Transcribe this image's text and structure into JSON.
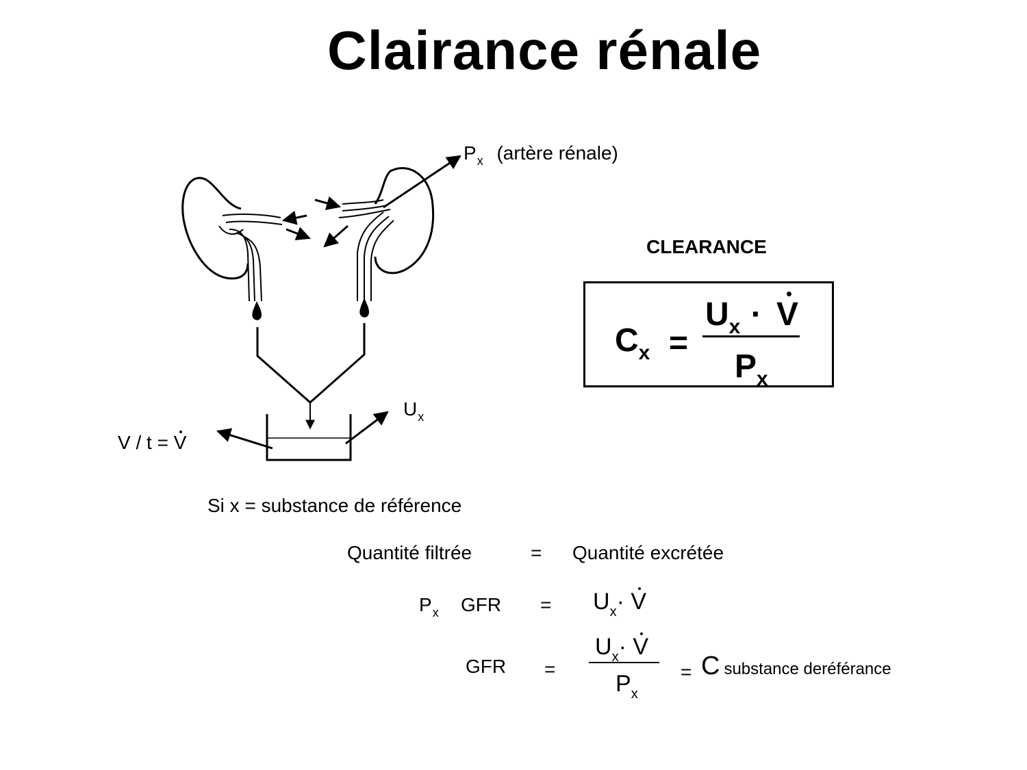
{
  "title": "Clairance rénale",
  "diagram": {
    "px_label": "P",
    "px_sub": "x",
    "artery_label": "(artère rénale)",
    "ux_label": "U",
    "ux_sub": "x",
    "flow_label": "V / t = ",
    "flow_v": "V"
  },
  "clearance": {
    "heading": "CLEARANCE",
    "lhs": "C",
    "lhs_sub": "x",
    "eq": "=",
    "num_u": "U",
    "num_u_sub": "x",
    "num_dot": "·",
    "num_v": "V",
    "den_p": "P",
    "den_p_sub": "x"
  },
  "derivation": {
    "condition": "Si   x = substance de référence",
    "line1_left": "Quantité filtrée",
    "line1_eq": "=",
    "line1_right": "Quantité excrétée",
    "line2_p": "P",
    "line2_p_sub": "x",
    "line2_gfr": "GFR",
    "line2_eq": "=",
    "line2_u": "U",
    "line2_u_sub": "x",
    "line2_dot": "·",
    "line2_v": "V",
    "line3_gfr": "GFR",
    "line3_eq": "=",
    "line3_u": "U",
    "line3_u_sub": "x",
    "line3_dot": "·",
    "line3_v": "V",
    "line3_p": "P",
    "line3_p_sub": "x",
    "line3_eq2": "=",
    "line3_c": "C",
    "line3_c_sub": "substance deréférance"
  }
}
